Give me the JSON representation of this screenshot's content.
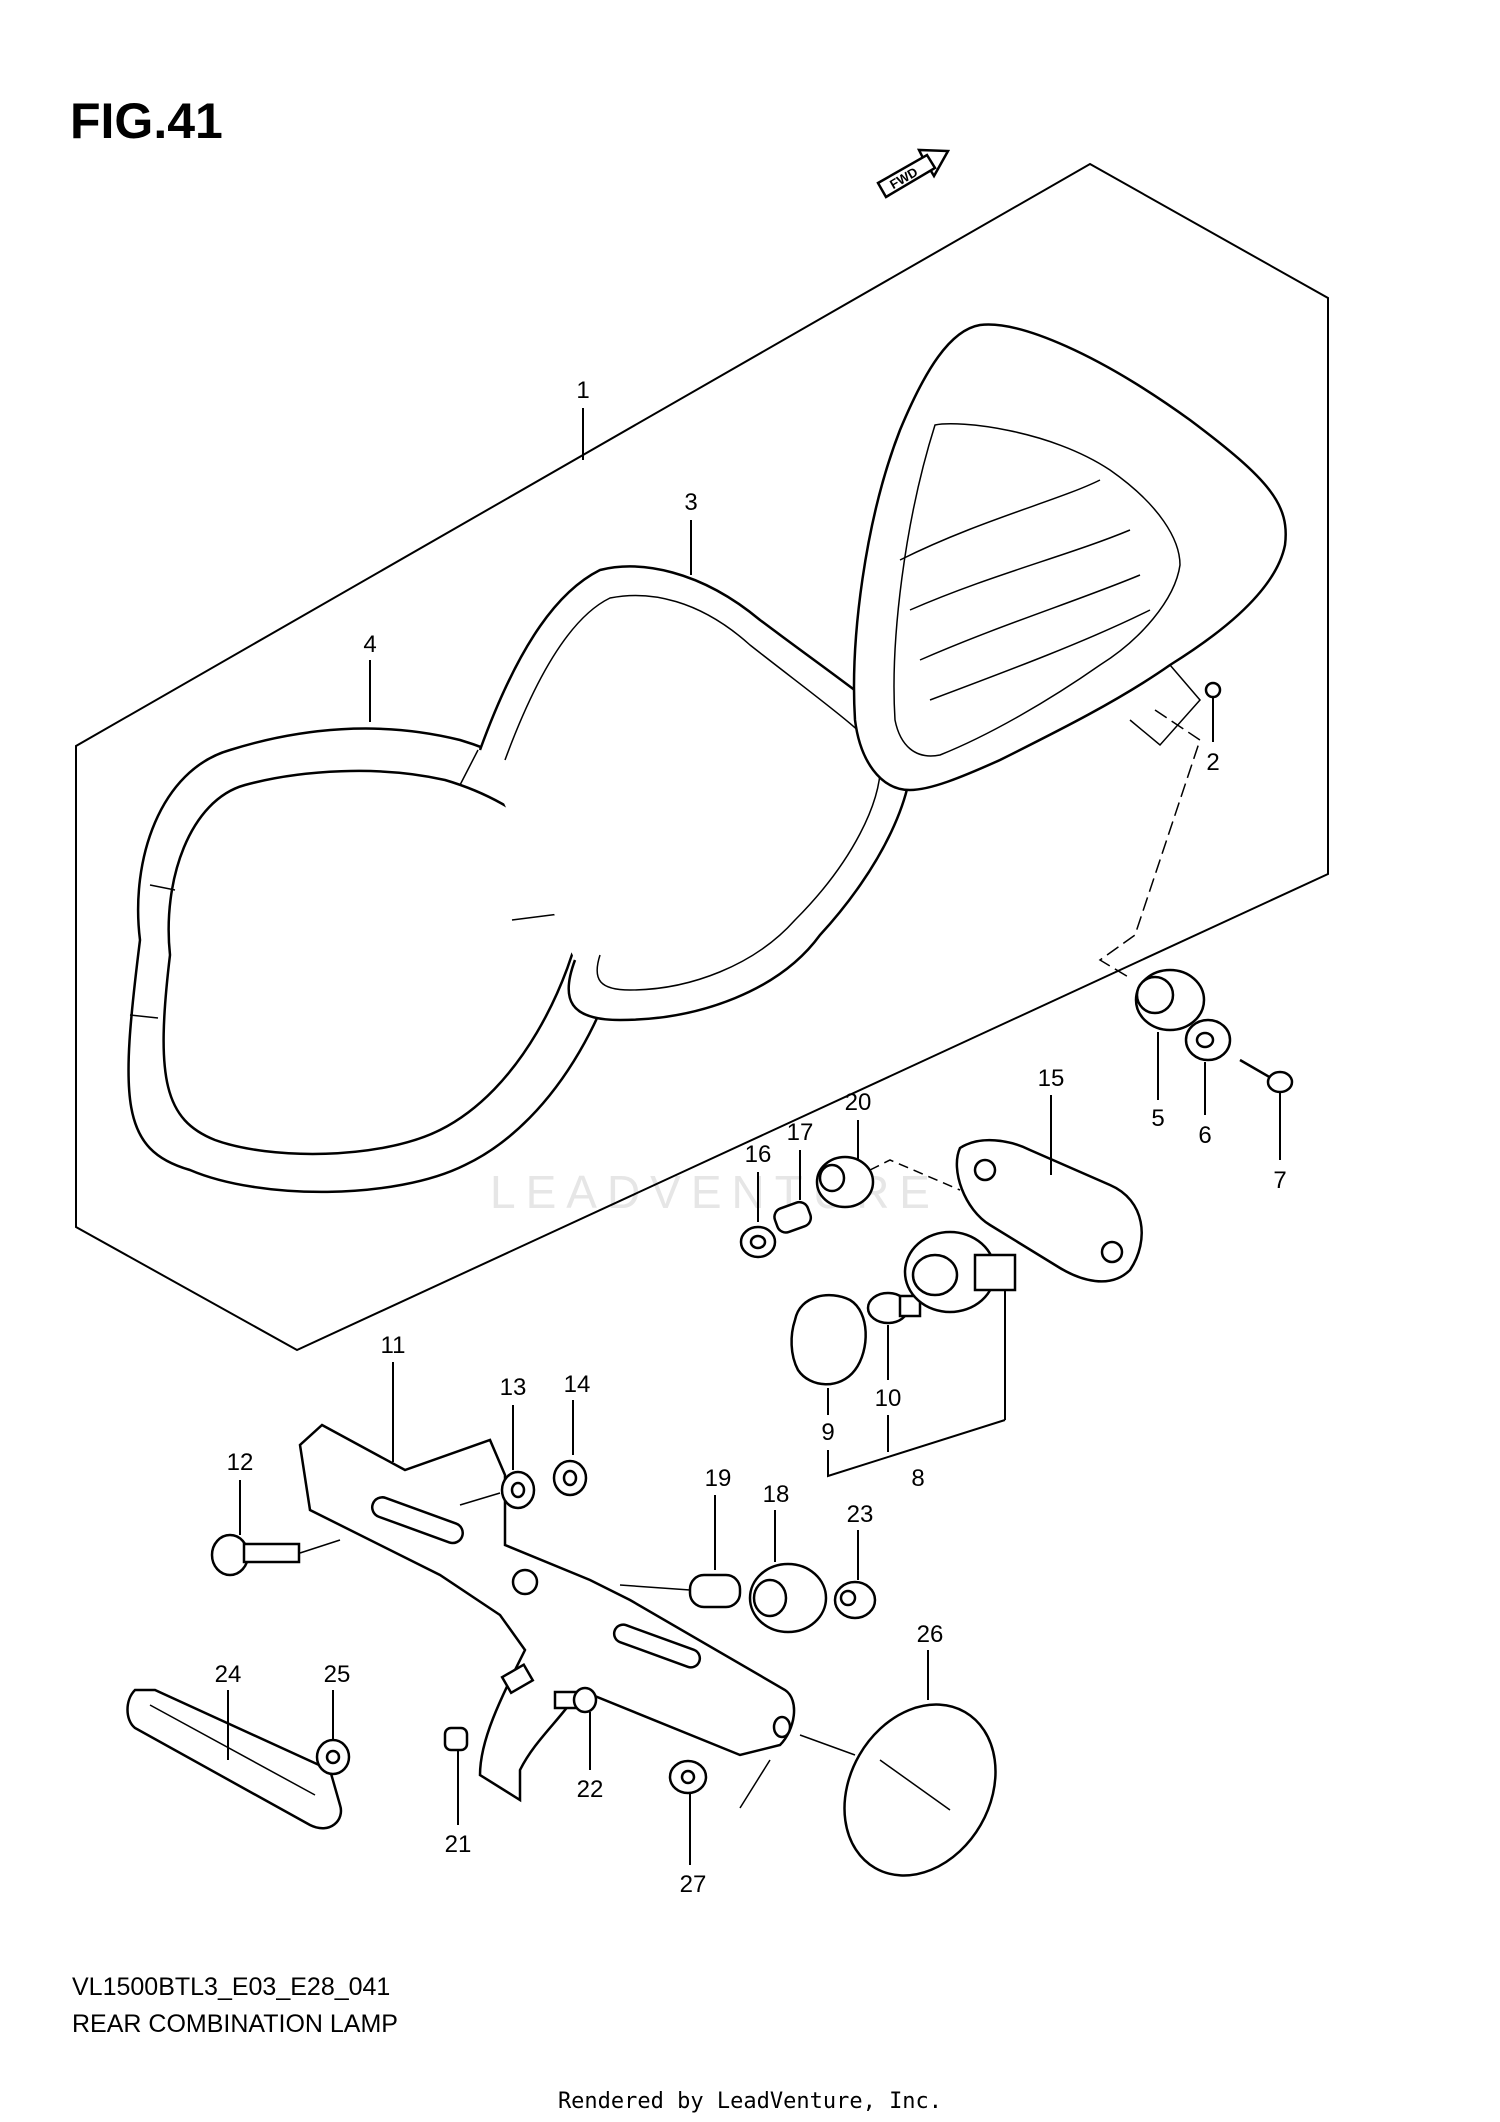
{
  "figure": {
    "title": "FIG.41",
    "fwd_label": "FWD",
    "model_code": "VL1500BTL3_E03_E28_041",
    "assembly_name": "REAR COMBINATION LAMP",
    "watermark": "LEADVENTURE",
    "footer": "Rendered by LeadVenture, Inc."
  },
  "callouts": [
    {
      "id": "callout-1",
      "text": "1"
    },
    {
      "id": "callout-2",
      "text": "2"
    },
    {
      "id": "callout-3",
      "text": "3"
    },
    {
      "id": "callout-4",
      "text": "4"
    },
    {
      "id": "callout-5",
      "text": "5"
    },
    {
      "id": "callout-6",
      "text": "6"
    },
    {
      "id": "callout-7",
      "text": "7"
    },
    {
      "id": "callout-8",
      "text": "8"
    },
    {
      "id": "callout-9",
      "text": "9"
    },
    {
      "id": "callout-10",
      "text": "10"
    },
    {
      "id": "callout-11",
      "text": "11"
    },
    {
      "id": "callout-12",
      "text": "12"
    },
    {
      "id": "callout-13",
      "text": "13"
    },
    {
      "id": "callout-14",
      "text": "14"
    },
    {
      "id": "callout-15",
      "text": "15"
    },
    {
      "id": "callout-16",
      "text": "16"
    },
    {
      "id": "callout-17",
      "text": "17"
    },
    {
      "id": "callout-18",
      "text": "18"
    },
    {
      "id": "callout-19",
      "text": "19"
    },
    {
      "id": "callout-20",
      "text": "20"
    },
    {
      "id": "callout-21",
      "text": "21"
    },
    {
      "id": "callout-22",
      "text": "22"
    },
    {
      "id": "callout-23",
      "text": "23"
    },
    {
      "id": "callout-24",
      "text": "24"
    },
    {
      "id": "callout-25",
      "text": "25"
    },
    {
      "id": "callout-26",
      "text": "26"
    },
    {
      "id": "callout-27",
      "text": "27"
    }
  ]
}
